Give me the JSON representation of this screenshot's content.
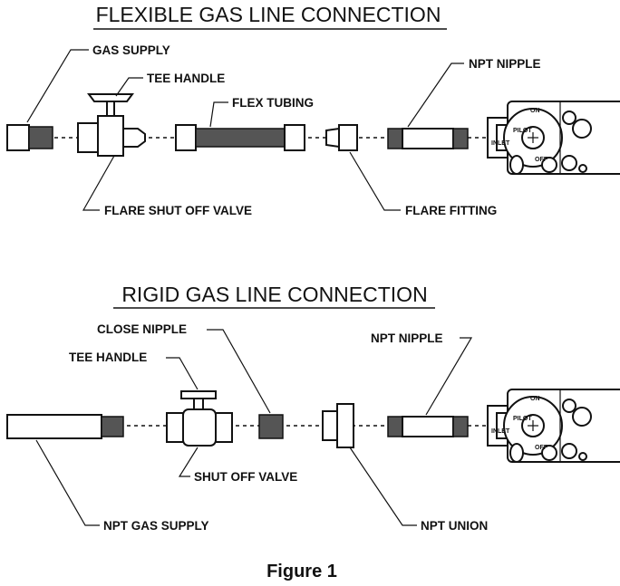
{
  "flexible": {
    "title": "FLEXIBLE GAS LINE CONNECTION",
    "labels": {
      "gas_supply": "GAS SUPPLY",
      "tee_handle": "TEE HANDLE",
      "flex_tubing": "FLEX TUBING",
      "npt_nipple": "NPT NIPPLE",
      "flare_shut_off_valve": "FLARE SHUT OFF VALVE",
      "flare_fitting": "FLARE FITTING"
    }
  },
  "rigid": {
    "title": "RIGID GAS LINE CONNECTION",
    "labels": {
      "close_nipple": "CLOSE NIPPLE",
      "tee_handle": "TEE HANDLE",
      "npt_nipple": "NPT NIPPLE",
      "shut_off_valve": "SHUT OFF VALVE",
      "npt_gas_supply": "NPT GAS SUPPLY",
      "npt_union": "NPT UNION"
    }
  },
  "gas_valve_markings": {
    "on": "ON",
    "pilot": "PILOT",
    "off": "OFF",
    "inlet": "INLET"
  },
  "caption": "Figure 1"
}
